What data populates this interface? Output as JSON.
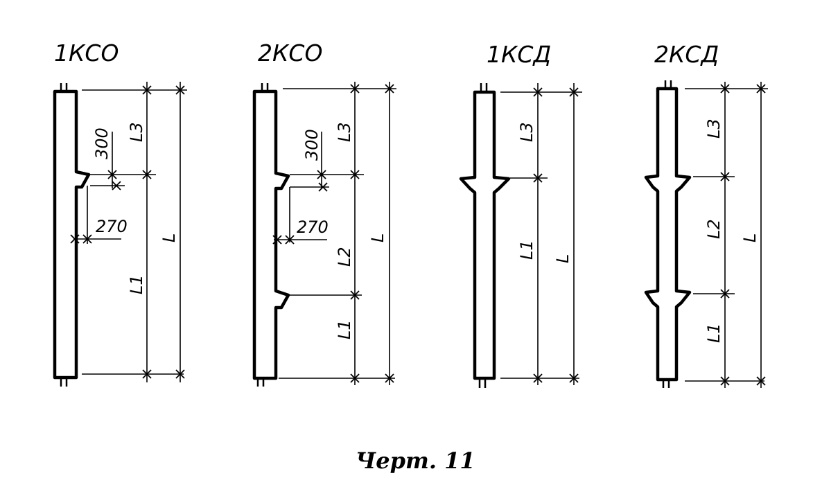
{
  "caption": "Черт. 11",
  "columns": [
    {
      "title": "1КСО",
      "dimensions": {
        "top_segment": "L3",
        "mid_segment": "",
        "bottom_segment": "L1",
        "overall": "L",
        "bracket_offset": "300",
        "bracket_width": "270"
      }
    },
    {
      "title": "2КСО",
      "dimensions": {
        "top_segment": "L3",
        "mid_segment": "L2",
        "bottom_segment": "L1",
        "overall": "L",
        "bracket_offset": "300",
        "bracket_width": "270"
      }
    },
    {
      "title": "1КСД",
      "dimensions": {
        "top_segment": "L3",
        "bottom_segment": "L1",
        "overall": "L"
      }
    },
    {
      "title": "2КСД",
      "dimensions": {
        "top_segment": "L3",
        "mid_segment": "L2",
        "bottom_segment": "L1",
        "overall": "L"
      }
    }
  ]
}
